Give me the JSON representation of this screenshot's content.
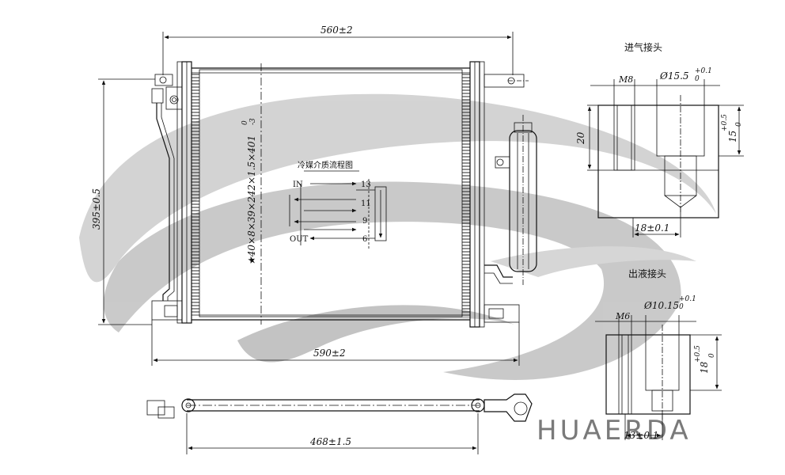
{
  "drawing": {
    "dimensions": {
      "top_width": "560±2",
      "bottom_width": "590±2",
      "height": "395±0.5",
      "core_spec": "★40×8×39×242×1.5×401",
      "core_tol_top": "0",
      "core_tol_bottom": "-3",
      "side_length": "468±1.5"
    },
    "flow_diagram": {
      "title": "冷媒介质流程图",
      "in_label": "IN",
      "out_label": "OUT",
      "passes": [
        "13",
        "11",
        "9",
        "6"
      ]
    },
    "inlet_fitting": {
      "title": "进气接头",
      "thread": "M8",
      "bore": "Ø15.5",
      "bore_tol_upper": "+0.1",
      "bore_tol_lower": "0",
      "height": "20",
      "depth": "15",
      "depth_tol_upper": "+0.5",
      "depth_tol_lower": "0",
      "width": "18±0.1"
    },
    "outlet_fitting": {
      "title": "出液接头",
      "thread": "M6",
      "bore": "Ø10.15",
      "bore_tol_upper": "+0.1",
      "bore_tol_lower": "0",
      "height": "18",
      "height_tol_upper": "+0.5",
      "height_tol_lower": "0",
      "width": "13±0.1"
    }
  },
  "brand": {
    "watermark_text": "HUAERDA",
    "watermark_color": "#7a7a7a",
    "swirl_color": "#c8c8c8"
  }
}
